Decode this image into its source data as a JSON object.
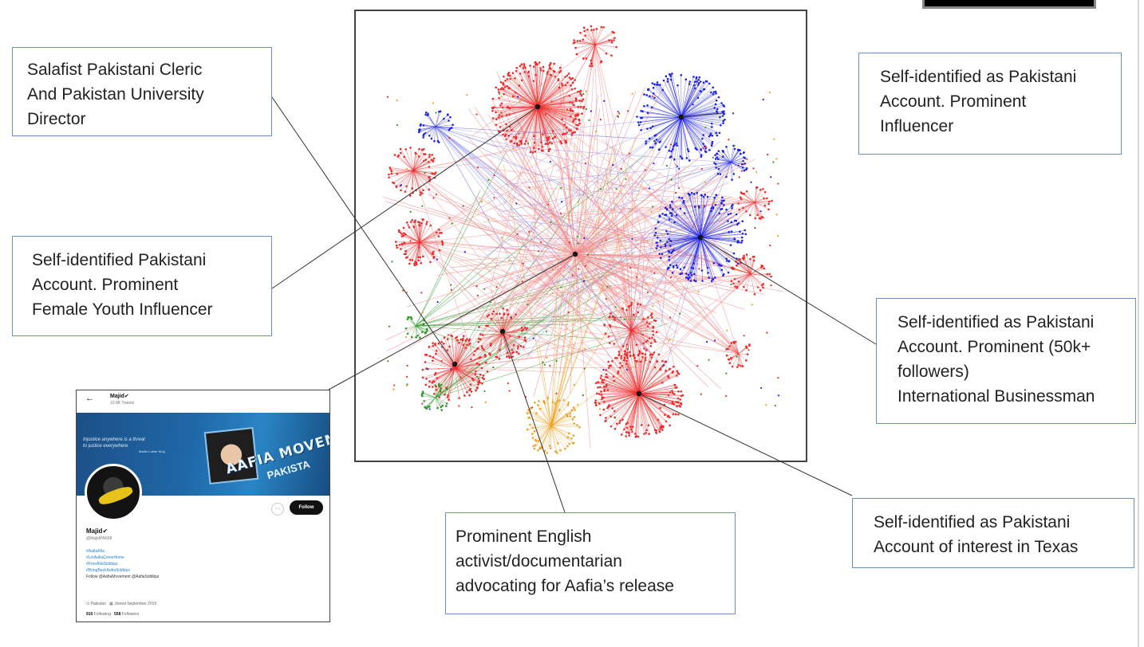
{
  "annotations": {
    "salafist_cleric": "Salafist Pakistani Cleric\nAnd Pakistan University\nDirector",
    "influencer": "Self-identified as Pakistani\nAccount.  Prominent\nInfluencer",
    "female_youth_influencer": "Self-identified Pakistani\nAccount.  Prominent\nFemale Youth Influencer",
    "businessman": "Self-identified as Pakistani\nAccount.  Prominent (50k+\nfollowers)\nInternational Businessman",
    "activist": "Prominent English\nactivist/documentarian\nadvocating for Aafia’s release",
    "texas": "Self-identified as Pakistani\nAccount of interest in Texas"
  },
  "profile": {
    "back_glyph": "←",
    "display_name_top": "Majid✔",
    "tweets_count": "10.9K Tweets",
    "banner_quote": "Injustice anywhere is a threat\nto justice everywhere",
    "banner_quote_by": "Martin Luther King",
    "banner_slogan": "AAFIA MOVEMENT",
    "banner_slogan_2": "PAKISTA",
    "more_glyph": "···",
    "follow_label": "Follow",
    "display_name": "Majid✔",
    "handle": "@MajidPAK68",
    "hashtags": [
      "#AafiaAfia",
      "#LetAafiaComeHome",
      "#FreeAfiaSiddiqui",
      "#BringBackAafiaSiddiqui"
    ],
    "follows_line": "Follow @AafiaMovement @AafiaSiddiqui",
    "location": "Pakistan",
    "joined": "Joined September 2019",
    "following_count": "910",
    "following_label": "Following",
    "followers_count": "558",
    "followers_label": "Followers"
  },
  "network": {
    "colors": {
      "red": "#ee2a2a",
      "blue": "#1f23e6",
      "green": "#2e9a2e",
      "orange": "#f0a020",
      "light_red": "#f48a8a",
      "light_blue": "#8a8ef0",
      "hub": "#111111",
      "leader": "#333333",
      "box_border": "#6d8fbf"
    }
  }
}
